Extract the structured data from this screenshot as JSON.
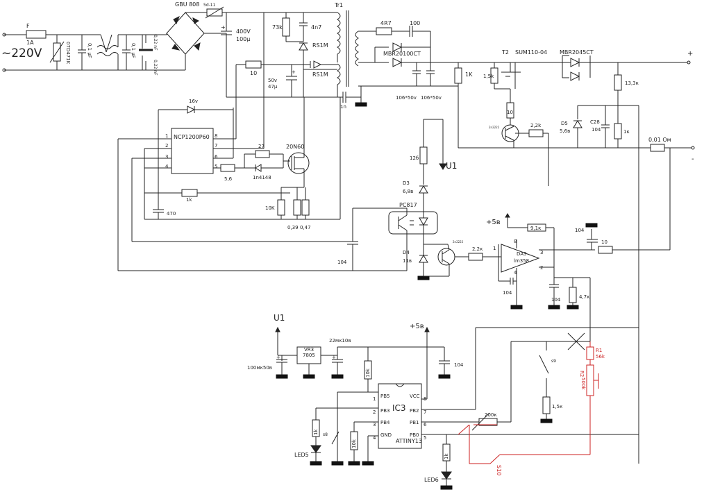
{
  "mains": {
    "voltage": "~220V",
    "fuse_ref": "F",
    "fuse_value": "1A",
    "varistor": "07D471K",
    "cap_x1": "0,1 μF",
    "cap_x2": "0,1 μF",
    "cap_y1": "0,22 nF",
    "cap_y2": "0,22 nF"
  },
  "bridge": {
    "label": "GBU 808",
    "thermistor": "5d-11"
  },
  "bulk_cap": {
    "value1": "400V",
    "value2": "100μ"
  },
  "snubber": {
    "r": "73k",
    "c": "4n7",
    "d": "RS1M"
  },
  "aux": {
    "r": "10",
    "c_value1": "50v",
    "c_value2": "47μ",
    "d": "RS1M",
    "c_small": "1n"
  },
  "transformer": {
    "label": "Tr1"
  },
  "pwm": {
    "ic": "NCP1200P60",
    "pins_left": [
      "1",
      "2",
      "3",
      "4"
    ],
    "pins_right": [
      "8",
      "7",
      "6",
      "5"
    ],
    "zener": "16v",
    "r_gate": "5,6",
    "r_gate2": "27",
    "d_gate": "1n4148",
    "r_fb": "1k",
    "c_fb": "470",
    "r_pulldown": "10K",
    "r_sense1": "0,39",
    "r_sense2": "0,47",
    "mosfet": "20N60"
  },
  "output": {
    "r_snub": "4R7",
    "c_snub": "100",
    "diode": "MBR20100CT",
    "c1": "106*50v",
    "c2": "106*50v",
    "r_load": "1K",
    "t2_ref": "T2",
    "t2_part": "SUM110-04",
    "r_t2": "1,5k",
    "r_base": "10",
    "q_small": "2n2222",
    "r_q": "2,2k",
    "d5_ref": "D5",
    "d5_value": "5,6в",
    "c28_ref": "C28",
    "c28_value": "104",
    "out_diode": "MBR2045CT",
    "r_div_top": "13,3к",
    "r_div_bot": "1к",
    "shunt": "0,01 Ом",
    "plus": "+",
    "minus": "-"
  },
  "feedback": {
    "r_opto": "12б",
    "d3_ref": "D3",
    "d3_value": "6,8в",
    "opto": "PC817",
    "d4_ref": "D4",
    "d4_value": "11в",
    "q_fb": "2n2222",
    "r_q_fb": "2,2к",
    "c_pwm": "104",
    "u1": "U1"
  },
  "amp": {
    "supply": "+5в",
    "r_fb": "9,1к",
    "c_top": "104",
    "r_in": "10",
    "ref": "DA3",
    "part": "lm358",
    "pin8": "8",
    "pin1": "1",
    "pin3": "3",
    "pin4": "4",
    "pin2": "2",
    "c_bot": "104",
    "c_mid": "104",
    "r_gnd": "4,7к"
  },
  "mcu": {
    "u1": "U1",
    "supply": "+5в",
    "c_in": "100мк50в",
    "reg_ref": "VR3",
    "reg_part": "7805",
    "c_out": "22мк10в",
    "c_dec": "104",
    "r_pull": "10k",
    "ic_ref": "IC3",
    "ic_part": "ATTINY13",
    "pins_left": [
      "PB5",
      "PB3",
      "PB4",
      "GND"
    ],
    "pins_right": [
      "VCC",
      "PB2",
      "PB1",
      "PB0"
    ],
    "pin_nums_left": [
      "1",
      "2",
      "3",
      "4"
    ],
    "pin_nums_right": [
      "8",
      "7",
      "6",
      "5"
    ],
    "r_led5": "1k",
    "led5": "LED5",
    "s8": "s8",
    "r_pb4": "10k",
    "r_led6": "1k",
    "led6": "LED6",
    "r_pb1": "200к",
    "s9": "s9",
    "r_s9": "1,5к",
    "r1_ref": "R1",
    "r1_value": "56k",
    "r2_ref": "R2",
    "r2_value": "500k",
    "s10": "S10"
  },
  "colors": {
    "wire": "#222222",
    "mod_wire": "#cc2222",
    "background": "#ffffff"
  }
}
